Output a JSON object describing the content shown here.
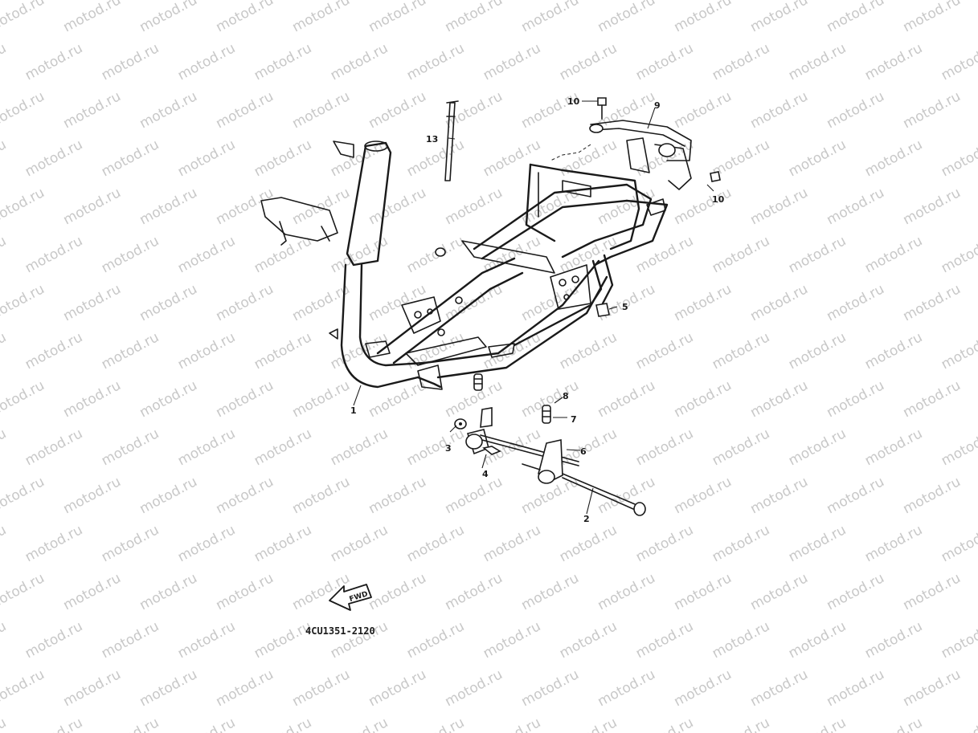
{
  "watermark": {
    "text": "motod.ru",
    "color": "#c8c8c8"
  },
  "diagram_code": "4CU1351-2120",
  "direction_arrow": {
    "label": "FWD"
  },
  "callouts": {
    "c1": "1",
    "c2": "2",
    "c3": "3",
    "c4": "4",
    "c5": "5",
    "c6": "6",
    "c7": "7",
    "c8": "8",
    "c9": "9",
    "c10a": "10",
    "c10b": "10",
    "c13": "13"
  },
  "colors": {
    "ink": "#1a1a1a",
    "background": "#ffffff"
  }
}
